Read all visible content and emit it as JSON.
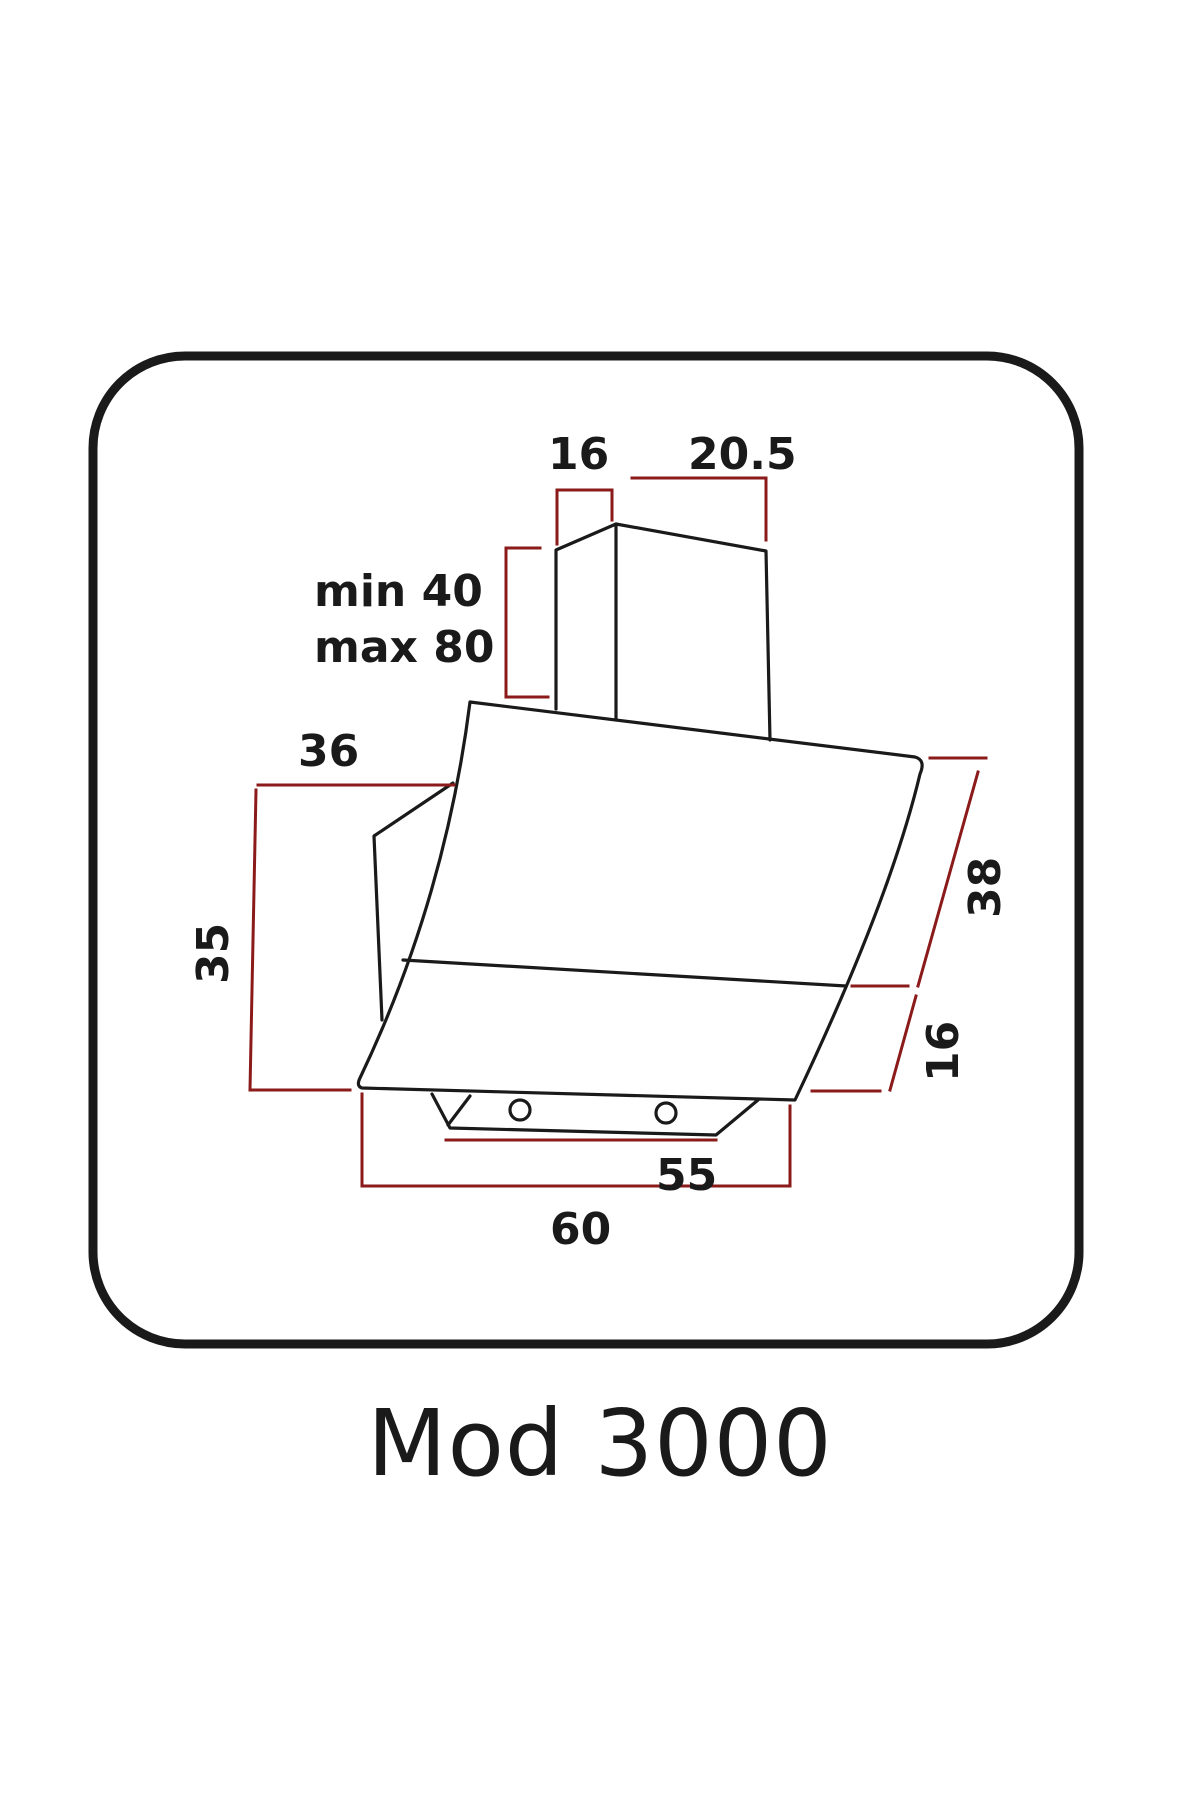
{
  "title": "Mod 3000",
  "dimensions": {
    "chimney_depth": "16",
    "chimney_offset": "20.5",
    "chimney_height_min": "min 40",
    "chimney_height_max": "max 80",
    "top_depth": "36",
    "canopy_height": "35",
    "glass_height": "38",
    "lower_height": "16",
    "inner_width": "55",
    "total_width": "60"
  },
  "colors": {
    "outline": "#1a1a1a",
    "dimension_lines": "#8b1a1a",
    "background": "#ffffff"
  }
}
